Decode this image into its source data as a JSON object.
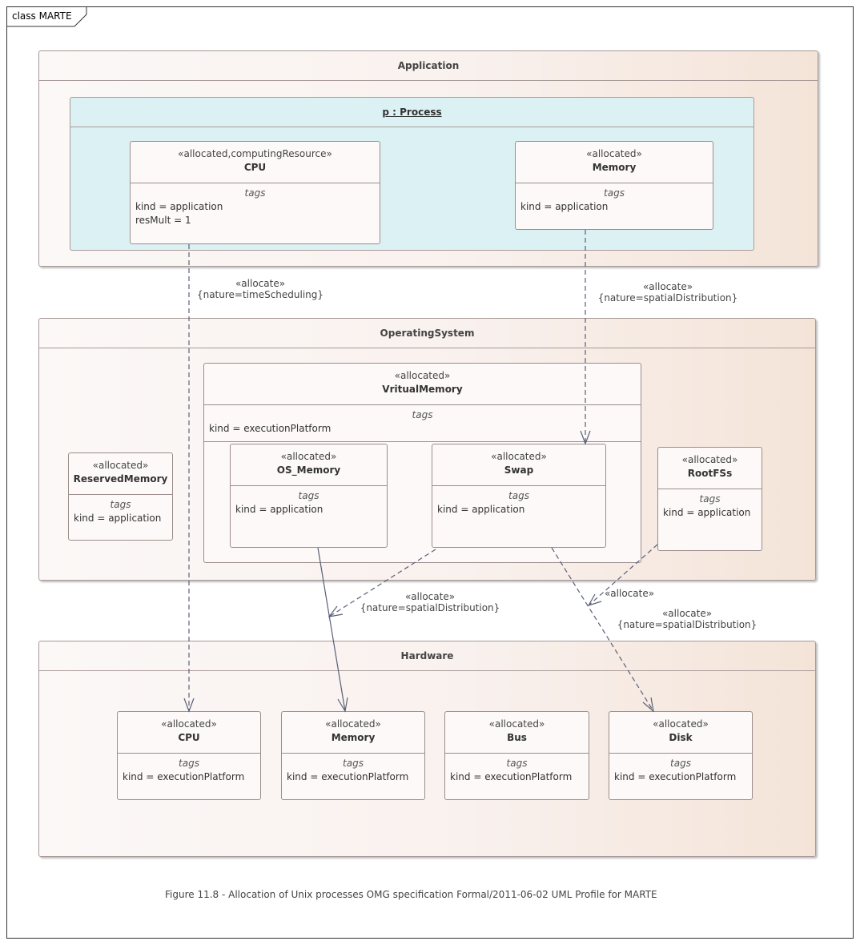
{
  "frame": {
    "title": "class MARTE"
  },
  "application": {
    "title": "Application",
    "process": {
      "title": "p : Process",
      "cpu": {
        "stereotype": "«allocated,computingResource»",
        "name": "CPU",
        "tags_label": "tags",
        "tags": [
          "kind = application",
          "resMult = 1"
        ]
      },
      "memory": {
        "stereotype": "«allocated»",
        "name": "Memory",
        "tags_label": "tags",
        "tags": [
          "kind = application"
        ]
      }
    }
  },
  "os": {
    "title": "OperatingSystem",
    "virtual_memory": {
      "stereotype": "«allocated»",
      "name": "VritualMemory",
      "tags_label": "tags",
      "tags": [
        "kind = executionPlatform"
      ]
    },
    "os_memory": {
      "stereotype": "«allocated»",
      "name": "OS_Memory",
      "tags_label": "tags",
      "tags": [
        "kind = application"
      ]
    },
    "swap": {
      "stereotype": "«allocated»",
      "name": "Swap",
      "tags_label": "tags",
      "tags": [
        "kind = application"
      ]
    },
    "reserved_memory": {
      "stereotype": "«allocated»",
      "name": "ReservedMemory",
      "tags_label": "tags",
      "tags": [
        "kind = application"
      ]
    },
    "rootfs": {
      "stereotype": "«allocated»",
      "name": "RootFSs",
      "tags_label": "tags",
      "tags": [
        "kind = application"
      ]
    }
  },
  "hardware": {
    "title": "Hardware",
    "cpu": {
      "stereotype": "«allocated»",
      "name": "CPU",
      "tags_label": "tags",
      "tags": [
        "kind = executionPlatform"
      ]
    },
    "memory": {
      "stereotype": "«allocated»",
      "name": "Memory",
      "tags_label": "tags",
      "tags": [
        "kind = executionPlatform"
      ]
    },
    "bus": {
      "stereotype": "«allocated»",
      "name": "Bus",
      "tags_label": "tags",
      "tags": [
        "kind = executionPlatform"
      ]
    },
    "disk": {
      "stereotype": "«allocated»",
      "name": "Disk",
      "tags_label": "tags",
      "tags": [
        "kind = executionPlatform"
      ]
    }
  },
  "connectors": {
    "cpu_alloc": {
      "stereotype": "«allocate»",
      "constraint": "{nature=timeScheduling}"
    },
    "memory_alloc": {
      "stereotype": "«allocate»",
      "constraint": "{nature=spatialDistribution}"
    },
    "swap_mem_alloc": {
      "stereotype": "«allocate»",
      "constraint": "{nature=spatialDistribution}"
    },
    "rootfs_alloc": {
      "stereotype": "«allocate»"
    },
    "swap_disk_alloc": {
      "stereotype": "«allocate»",
      "constraint": "{nature=spatialDistribution}"
    }
  },
  "caption": "Figure 11.8 - Allocation of Unix processes  OMG specification Formal/2011-06-02  UML Profile for MARTE",
  "colors": {
    "connector": "#5a5f78",
    "border": "#9b8d8b",
    "process_fill": "#dcf1f3"
  }
}
